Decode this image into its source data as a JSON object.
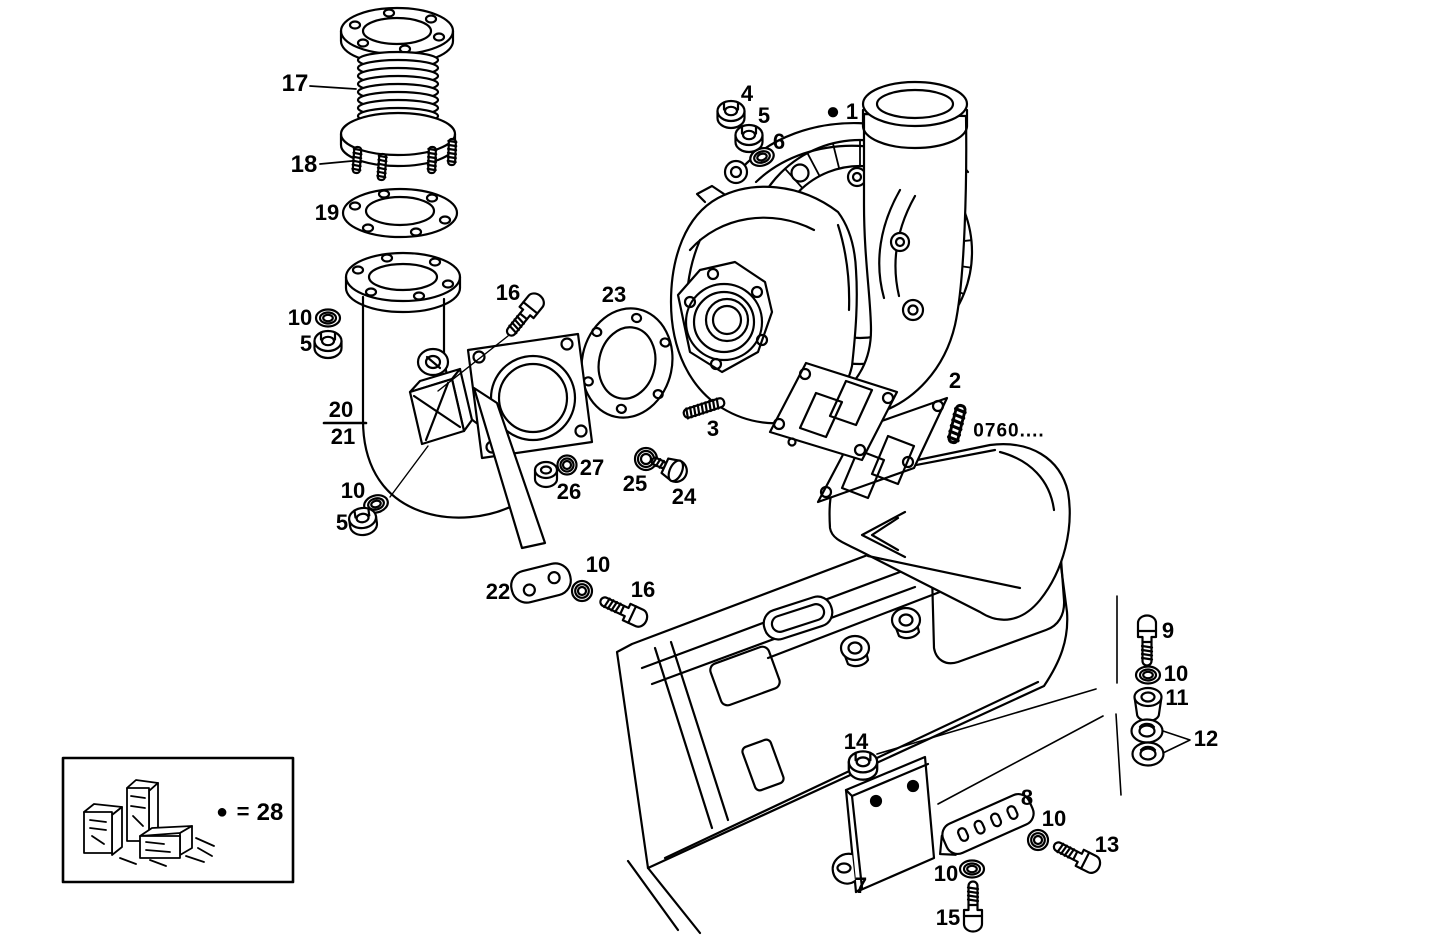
{
  "figure": {
    "type": "exploded-parts-diagram",
    "subject": "Turbocharger with exhaust elbow, gaskets and mounting hardware",
    "bullet_symbol": "●",
    "note_code": "0760....",
    "legend": {
      "bullet": "●",
      "equals": "=",
      "part": "28"
    },
    "callouts": {
      "c17": "17",
      "c18": "18",
      "c19": "19",
      "c10a": "10",
      "c5a": "5",
      "c16a": "16",
      "c23": "23",
      "c4": "4",
      "c5b": "5",
      "c6": "6",
      "c1": "1",
      "c2": "2",
      "c3": "3",
      "c20": "20",
      "c21": "21",
      "c27": "27",
      "c26": "26",
      "c25": "25",
      "c24": "24",
      "c10b": "10",
      "c5c": "5",
      "c22": "22",
      "c10c": "10",
      "c16b": "16",
      "c9": "9",
      "c10d": "10",
      "c11": "11",
      "c12": "12",
      "c14": "14",
      "c7": "7",
      "c8": "8",
      "c10e": "10",
      "c13": "13",
      "c10f": "10",
      "c15": "15"
    }
  }
}
